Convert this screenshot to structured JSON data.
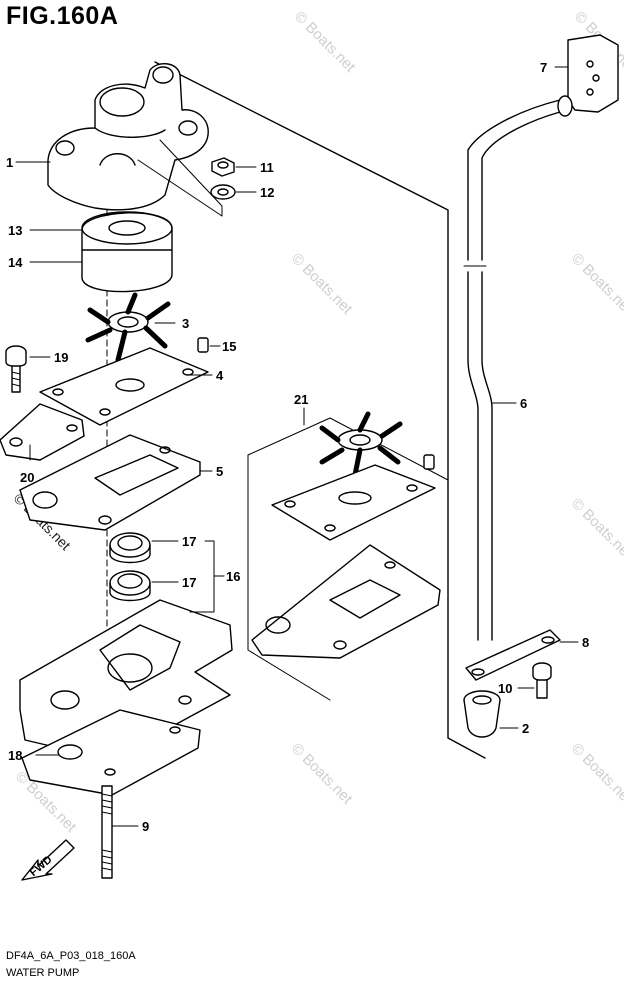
{
  "figure": {
    "title": "FIG.160A",
    "code": "DF4A_6A_P03_018_160A",
    "caption": "WATER PUMP"
  },
  "watermark": "© Boats.net",
  "fwd_label": "FWD",
  "callouts": [
    "1",
    "2",
    "3",
    "4",
    "5",
    "6",
    "7",
    "8",
    "9",
    "10",
    "11",
    "12",
    "13",
    "14",
    "15",
    "16",
    "17",
    "17",
    "18",
    "19",
    "20",
    "21"
  ],
  "colors": {
    "line": "#000000",
    "watermark": "#cfcfcf",
    "background": "#ffffff"
  }
}
